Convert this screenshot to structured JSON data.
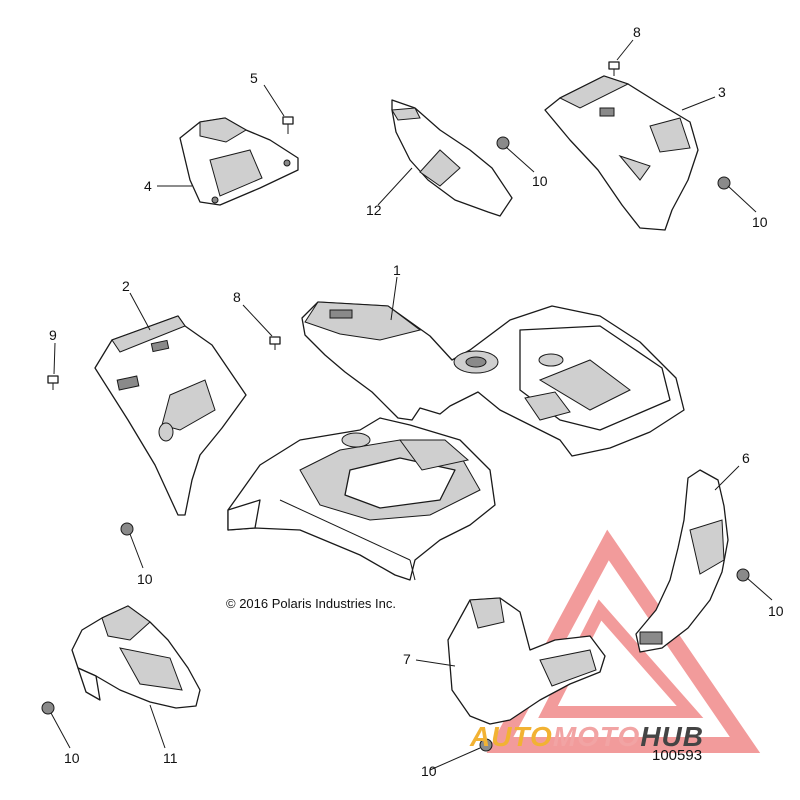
{
  "diagram": {
    "callouts": {
      "c1": "1",
      "c2": "2",
      "c3": "3",
      "c4": "4",
      "c5": "5",
      "c6": "6",
      "c7": "7",
      "c8a": "8",
      "c8b": "8",
      "c9": "9",
      "c10a": "10",
      "c10b": "10",
      "c10c": "10",
      "c10d": "10",
      "c10e": "10",
      "c10f": "10",
      "c11": "11",
      "c12": "12"
    },
    "copyright": "© 2016 Polaris Industries Inc.",
    "doc_number": "100593"
  },
  "watermark": {
    "part1": "AUTO",
    "part2": "MOTO",
    "part3": "HUB",
    "colors": {
      "triangle": "#f08a8a",
      "auto": "#f2b233",
      "moto": "#f2a4a4",
      "hub": "#444444"
    }
  }
}
